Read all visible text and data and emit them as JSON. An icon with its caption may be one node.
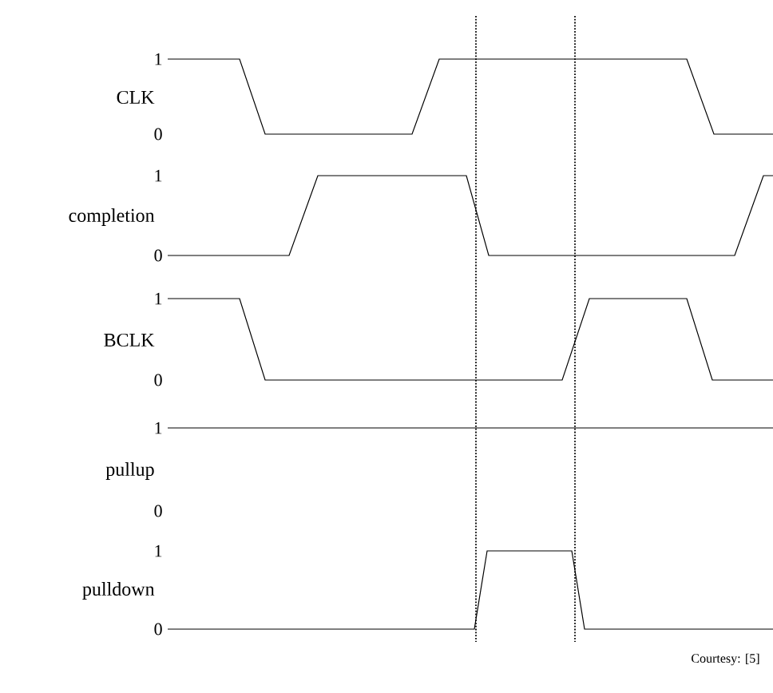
{
  "diagram": {
    "labels": [
      "1",
      "CLK",
      "0",
      "1",
      "completion",
      "0",
      "1",
      "BCLK",
      "0",
      "1",
      "pullup",
      "0",
      "1",
      "pulldown",
      "0",
      "Courtesy: [5]"
    ]
  }
}
